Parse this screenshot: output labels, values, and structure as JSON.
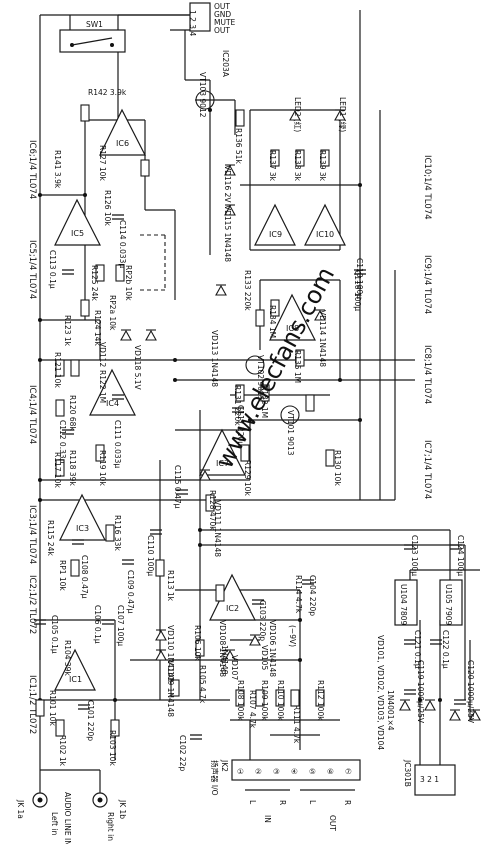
{
  "top_labels": {
    "sw1": "SW1",
    "ic203a": "IC203A",
    "r142": "R142 3.9k",
    "vt103": "VT103 9012",
    "out_pins": [
      "OUT",
      "GND",
      "MUTE",
      "OUT"
    ],
    "pin_numbers": "1 2 3 4"
  },
  "ic_descriptions": {
    "ic1_2": "IC1;1/2 TL072",
    "ic2_2": "IC2;1/2 TL072",
    "ic3": "IC3;1/4 TL074",
    "ic4": "IC4;1/4 TL074",
    "ic5": "IC5;1/4 TL074",
    "ic6": "IC6;1/4 TL074",
    "ic7": "IC7;1/4 TL074",
    "ic8": "IC8;1/4 TL074",
    "ic9": "IC9;1/4 TL074",
    "ic10": "IC10;1/4 TL074"
  },
  "amp_labels": [
    "IC1",
    "IC2",
    "IC3",
    "IC4",
    "IC5",
    "IC6",
    "IC7",
    "IC8",
    "IC9",
    "IC10"
  ],
  "regulators": {
    "u104": "U104 7809",
    "u105": "U105 7909",
    "jc301b": "JC301B",
    "pins": "3 2 1",
    "c120": "C120 1000μ/25V",
    "c119": "C119 1000μ/25V",
    "c121": "C121 0.1μ",
    "c122": "C122 0.1μ",
    "c123": "C123 100μ",
    "c124": "C124 100μ",
    "diode_note": "VD101, VD102, VD103, VD104",
    "diode_note2": "1N4001×4"
  },
  "jacks": {
    "jk1a": "JK 1a",
    "jk1b": "JK 1b",
    "left_in": "Left in",
    "right_in": "Right in",
    "audio_line_in": "AUDIO LINE IN",
    "jk2": "JK2",
    "jk2_desc": "扬声器 I/O",
    "in": "IN",
    "out": "OUT",
    "l": "L",
    "r": "R",
    "pins": [
      "①",
      "②",
      "③",
      "④",
      "⑤",
      "⑥",
      "⑦"
    ]
  },
  "components": [
    "R101 10k",
    "R102 1k",
    "R103 10k",
    "R104 39k",
    "C101 220p",
    "C105 0.1μ",
    "C106 0.1μ",
    "C107 100μ",
    "RP1 10k",
    "C108 0.47μ",
    "R115 24k",
    "C109 0.47μ",
    "R113 1k",
    "R116 33k",
    "C110 100μ",
    "R117 10k",
    "R118 39k",
    "C112 0.33μ",
    "C111 0.033μ",
    "R119 10k",
    "R120 68k",
    "R121 10k",
    "R122 1M",
    "VD112",
    "VD118 5.1V",
    "R123 1k",
    "R124 14k",
    "R125 24k",
    "RP2a 10k",
    "RP2b 10k",
    "C113 0.1μ",
    "C114 0.033μ",
    "R126 10k",
    "R127 10k",
    "R141 3.9k",
    "R128 470k",
    "R129 10k",
    "R130 10k",
    "R131 220k",
    "R132 1M",
    "R133 220k",
    "R134 1M",
    "R135 1M",
    "R136 51k",
    "R137 3k",
    "R138 3k",
    "R139 3k",
    "C115 0.47μ",
    "C116 100μ",
    "C117 220μ",
    "C118 100μ",
    "VD111 1N4148",
    "VD113 1N4148",
    "VD114 1N4148",
    "VD115 1N4148",
    "VD116 2V",
    "VT101 9013",
    "VT102 9015",
    "LED1 (绿)",
    "LED2 (红)",
    "C102 22p",
    "C103 220p",
    "C104 220p",
    "R105 4.7k",
    "R106 10k",
    "R107 4.7k",
    "R108 100k",
    "R109 100k",
    "R110 100k",
    "R111 4.7k",
    "R112 100k",
    "R114 4.7k",
    "VD105",
    "VD106 1N4148",
    "VD107",
    "VD108 1N4148",
    "VD109 1N4148",
    "VD110 1N4148",
    "(−9V)",
    "1N4148"
  ],
  "watermark": "www.elecfans.com"
}
